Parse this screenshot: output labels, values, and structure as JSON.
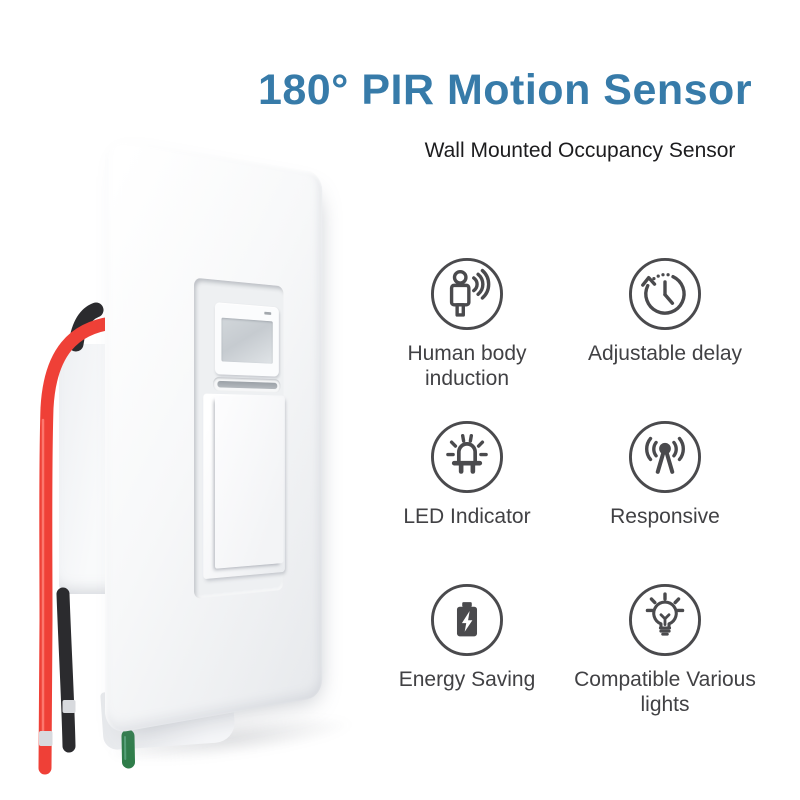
{
  "header": {
    "title": "180° PIR Motion Sensor",
    "subtitle": "Wall Mounted Occupancy Sensor"
  },
  "features": [
    {
      "label": "Human body induction",
      "icon": "human-body-induction-icon"
    },
    {
      "label": "Adjustable delay",
      "icon": "adjustable-delay-icon"
    },
    {
      "label": "LED Indicator",
      "icon": "led-indicator-icon"
    },
    {
      "label": "Responsive",
      "icon": "responsive-icon"
    },
    {
      "label": "Energy Saving",
      "icon": "energy-saving-icon"
    },
    {
      "label": "Compatible Various lights",
      "icon": "compatible-various-lights-icon"
    }
  ],
  "colors": {
    "title": "#377ba9",
    "subtitle": "#1c1c1e",
    "label": "#414144",
    "icon": "#4a4a4d",
    "wire_red": "#ef4037",
    "wire_black": "#2b2b2e",
    "wire_green": "#2f7d4a"
  }
}
